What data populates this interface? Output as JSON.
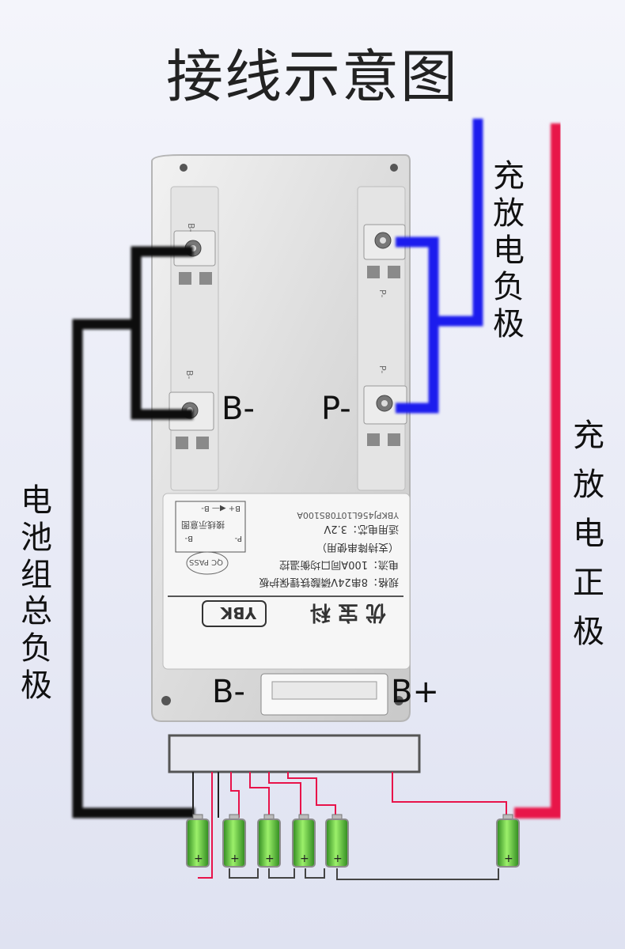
{
  "title": "接线示意图",
  "labels": {
    "charge_negative": "充\n放\n电\n负\n极",
    "charge_positive": "充\n放\n电\n正\n极",
    "battery_negative": "电\n池\n组\n总\n负\n极",
    "terminal_b_minus": "B-",
    "terminal_p_minus": "P-",
    "bottom_b_minus": "B-",
    "bottom_b_plus": "B+"
  },
  "board": {
    "silk_b_top": "B-",
    "silk_b_mid": "B-",
    "silk_p_top": "P-",
    "silk_p_mid": "P-"
  },
  "sticker": {
    "model_code": "YBKPJ456L10T08S100A",
    "brand_cn": "优 宝 科",
    "brand_en": "YBK",
    "spec": "规格：8串24V磷酸铁锂保护板",
    "current": "电流：100A同口均衡温控",
    "note": "（支持降串使用）",
    "cell": "适用电芯：3.2V",
    "qc_pass": "QC PASS",
    "mini_title": "接线示意图",
    "mini_b": "B-",
    "mini_p": "P-",
    "mini_bp": "B+ ◀— B-"
  },
  "colors": {
    "red_wire": "#e8134a",
    "blue_wire": "#1a1aee",
    "black_wire": "#111111",
    "cell_green": "#5fcf3c"
  },
  "cells": {
    "count_visible": 6,
    "polarity_plus": "+"
  }
}
